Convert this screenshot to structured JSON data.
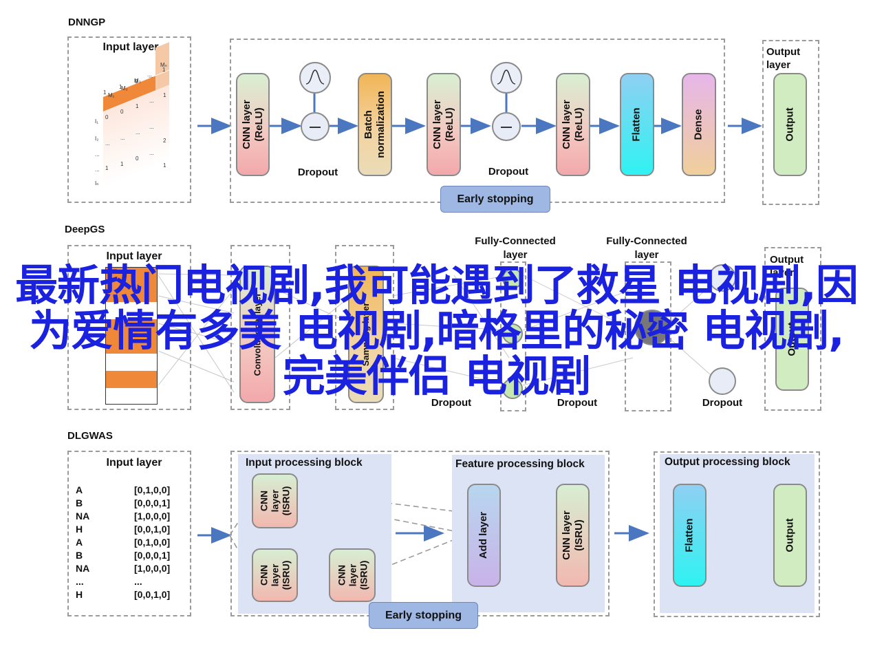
{
  "sections": {
    "dnngp": {
      "title": "DNNGP",
      "input_layer": "Input layer",
      "matrix_top_labels": [
        "M₁",
        "M₂",
        "M₃",
        "...",
        "Mₙ"
      ],
      "matrix_row_labels": [
        "I₁",
        "I₂",
        "...",
        "...",
        "Iₙ"
      ],
      "matrix_values": [
        "1",
        "1",
        "0",
        "...",
        "1",
        "0",
        "0",
        "1",
        "...",
        "1",
        "...",
        "...",
        "...",
        "...",
        "2",
        "1",
        "1",
        "0",
        "...",
        "1"
      ],
      "nodes": [
        "CNN layer\n(ReLU)",
        "Batch\nnormalization",
        "CNN layer\n(ReLU)",
        "CNN layer\n(ReLU)",
        "Flatten",
        "Dense"
      ],
      "dropout": "Dropout",
      "early_stopping": "Early stopping",
      "output_layer": "Output\nlayer",
      "output": "Output"
    },
    "deepgs": {
      "title": "DeepGS",
      "input_layer": "Input layer",
      "conv_node": "Convolutional layer",
      "sampling_node": "Sampling layer",
      "fc1": "Fully-Connected\nlayer",
      "fc2": "Fully-Connected\nlayer",
      "dropout": "Dropout",
      "output_layer": "Output\nlayer",
      "output": "Output"
    },
    "dlgwas": {
      "title": "DLGWAS",
      "input_layer": "Input layer",
      "genotypes": [
        {
          "g": "A",
          "v": "[0,1,0,0]"
        },
        {
          "g": "B",
          "v": "[0,0,0,1]"
        },
        {
          "g": "NA",
          "v": "[1,0,0,0]"
        },
        {
          "g": "H",
          "v": "[0,0,1,0]"
        },
        {
          "g": "A",
          "v": "[0,1,0,0]"
        },
        {
          "g": "B",
          "v": "[0,0,0,1]"
        },
        {
          "g": "NA",
          "v": "[1,0,0,0]"
        },
        {
          "g": "...",
          "v": "..."
        },
        {
          "g": "H",
          "v": "[0,0,1,0]"
        }
      ],
      "input_block": "Input processing block",
      "feature_block": "Feature processing block",
      "output_block": "Output processing block",
      "cnn_isru": "CNN\nlayer\n(ISRU)",
      "add_layer": "Add layer",
      "cnn_isru_feature": "CNN layer\n(ISRU)",
      "flatten": "Flatten",
      "output": "Output",
      "early_stopping": "Early stopping"
    }
  },
  "overlay_text": "最新热门电视剧,我可能遇到了救星 电视剧,因为爱情有多美 电视剧,暗格里的秘密 电视剧,完美伴侣 电视剧",
  "colors": {
    "arrow": "#4a77c0",
    "overlay": "#1a22e0",
    "matrix_orange": "#f0883a",
    "block_bg": "#dbe3f4"
  }
}
